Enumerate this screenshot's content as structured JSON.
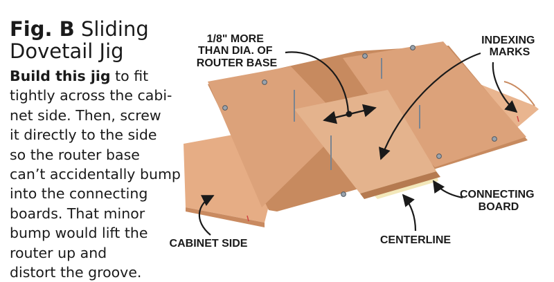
{
  "figure": {
    "number": "Fig. B",
    "title_line1": "Sliding",
    "title_line2": "Dovetail Jig"
  },
  "description": {
    "lead": "Build this jig",
    "line1_rest": " to fit",
    "lines": [
      "tightly across the cabi-",
      "net side.  Then, screw",
      "it directly to the side",
      "so the router base",
      "can’t accidentally bump",
      "into the connecting",
      "boards. That minor",
      "bump would lift the",
      "router up and",
      "distort the groove."
    ]
  },
  "callouts": {
    "router_base_line1": "1/8\" MORE",
    "router_base_line2": "THAN DIA. OF",
    "router_base_line3": "ROUTER BASE",
    "indexing_line1": "INDEXING",
    "indexing_line2": "MARKS",
    "connecting_line1": "CONNECTING",
    "connecting_line2": "BOARD",
    "cabinet_side": "CABINET SIDE",
    "centerline": "CENTERLINE"
  },
  "colors": {
    "hardboard": "#dca27a",
    "hardboard_edge": "#c78a5f",
    "cabinet_wood": "#eab793",
    "connecting_board": "#f1e6b4",
    "ink": "#1a1a1a"
  }
}
